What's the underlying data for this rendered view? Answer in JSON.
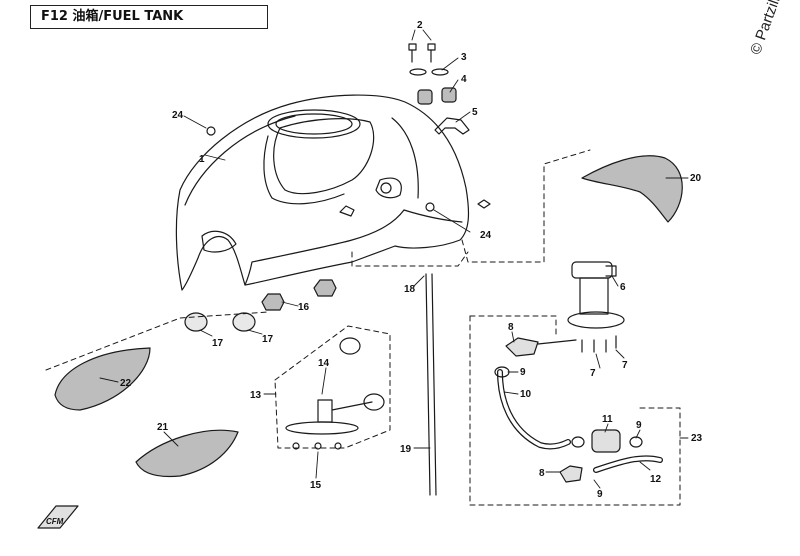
{
  "title": "F12 油箱/FUEL TANK",
  "watermark": "© Partzilla",
  "colors": {
    "line": "#1a1a1a",
    "shade": "#bdbdbd",
    "paper": "#ffffff"
  },
  "callouts": {
    "c1": "1",
    "c2": "2",
    "c3": "3",
    "c4": "4",
    "c5": "5",
    "c6": "6",
    "c7a": "7",
    "c7b": "7",
    "c8a": "8",
    "c8b": "8",
    "c9a": "9",
    "c9b": "9",
    "c9c": "9",
    "c10": "10",
    "c11": "11",
    "c12": "12",
    "c13": "13",
    "c14": "14",
    "c15": "15",
    "c16": "16",
    "c17a": "17",
    "c17b": "17",
    "c18": "18",
    "c19": "19",
    "c20": "20",
    "c21": "21",
    "c22": "22",
    "c23": "23",
    "c24a": "24",
    "c24b": "24"
  },
  "emblem_text": "CFM"
}
